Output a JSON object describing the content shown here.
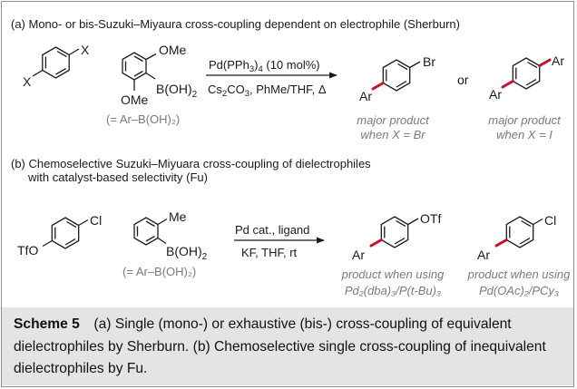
{
  "colors": {
    "bond": "#1a1a1a",
    "highlight_bond": "#c8102e",
    "gray_text": "#7a7a7a",
    "caption_bg": "#e4e4e4"
  },
  "section_a": {
    "heading": "(a) Mono- or bis-Suzuki–Miyaura cross-coupling dependent on electrophile (Sherburn)",
    "dihalide": {
      "x_top": "X",
      "x_bottom": "X"
    },
    "boronic_acid": {
      "ome_top": "OMe",
      "ome_bottom": "OMe",
      "boh2": "B(OH)",
      "boh2_sub": "2",
      "note": "(= Ar–B(OH)₂)"
    },
    "arrow_above": {
      "text": "Pd(PPh",
      "sub": "3",
      "tail": ")",
      "sub2": "4",
      "cond": " (10 mol%)"
    },
    "arrow_below": {
      "p1": "Cs",
      "s1": "2",
      "p2": "CO",
      "s2": "3",
      "p3": ", PhMe/THF, Δ"
    },
    "product1": {
      "ar": "Ar",
      "br": "Br",
      "note1": "major product",
      "note2": "when X = Br"
    },
    "or_text": "or",
    "product2": {
      "ar_bottom": "Ar",
      "ar_top": "Ar",
      "note1": "major product",
      "note2": "when X = I"
    }
  },
  "section_b": {
    "heading1": "(b) Chemoselective Suzuki–Miyuara cross-coupling of dielectrophiles",
    "heading2": "with catalyst-based selectivity (Fu)",
    "substrate": {
      "cl": "Cl",
      "tfo": "TfO"
    },
    "boronic_acid": {
      "me": "Me",
      "boh2": "B(OH)",
      "boh2_sub": "2",
      "note": "(= Ar–B(OH)₂)"
    },
    "arrow_above": "Pd cat., ligand",
    "arrow_below": "KF, THF, rt",
    "product1": {
      "otf": "OTf",
      "ar": "Ar",
      "note1": "product when using",
      "note2": "Pd₂(dba)₃/P(t-Bu)₃"
    },
    "product2": {
      "cl": "Cl",
      "ar": "Ar",
      "note1": "product when using",
      "note2": "Pd(OAc)₂/PCy₃"
    }
  },
  "caption": {
    "label": "Scheme 5",
    "text": " (a) Single (mono-) or exhaustive (bis-) cross-coupling of equivalent dielectrophiles by Sherburn. (b) Chemoselective single cross-coupling of inequivalent dielectrophiles by Fu."
  }
}
